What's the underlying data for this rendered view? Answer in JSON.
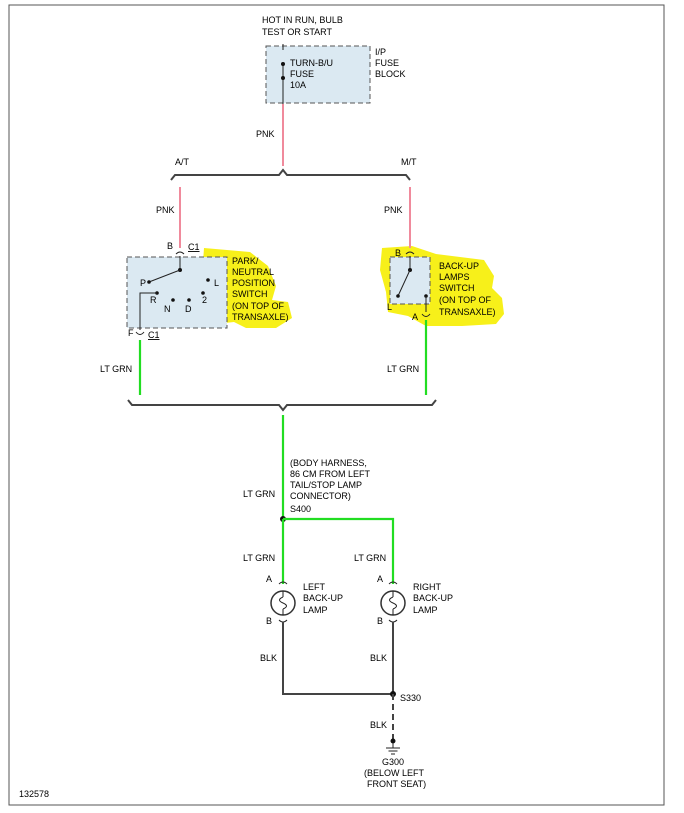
{
  "fuse": {
    "supply_label": [
      "HOT IN RUN, BULB",
      "TEST OR START"
    ],
    "fuse_label": [
      "TURN-B/U",
      "FUSE",
      "10A"
    ],
    "block_label": [
      "I/P",
      "FUSE",
      "BLOCK"
    ]
  },
  "wires": {
    "pnk": "PNK",
    "lt_grn": "LT GRN",
    "blk": "BLK"
  },
  "branches": {
    "at": "A/T",
    "mt": "M/T"
  },
  "pn_switch": {
    "pin_b": "B",
    "pin_f": "F",
    "conn": "C1",
    "gears": {
      "p": "P",
      "r": "R",
      "n": "N",
      "d": "D",
      "two": "2",
      "l": "L"
    },
    "label": [
      "PARK/",
      "NEUTRAL",
      "POSITION",
      "SWITCH",
      "(ON TOP OF",
      "TRANSAXLE)"
    ]
  },
  "bu_switch": {
    "pin_b": "B",
    "pin_l": "L",
    "pin_a": "A",
    "label": [
      "BACK-UP",
      "LAMPS",
      "SWITCH",
      "(ON TOP OF",
      "TRANSAXLE)"
    ]
  },
  "splice_s400": {
    "note": [
      "(BODY HARNESS,",
      "86 CM FROM LEFT",
      "TAIL/STOP LAMP",
      "CONNECTOR)"
    ],
    "name": "S400"
  },
  "left_lamp": {
    "pin_a": "A",
    "pin_b": "B",
    "label": [
      "LEFT",
      "BACK-UP",
      "LAMP"
    ]
  },
  "right_lamp": {
    "pin_a": "A",
    "pin_b": "B",
    "label": [
      "RIGHT",
      "BACK-UP",
      "LAMP"
    ]
  },
  "splice_s330": "S330",
  "ground": {
    "name": "G300",
    "location": [
      "(BELOW LEFT",
      "FRONT SEAT)"
    ]
  },
  "figure_number": "132578"
}
